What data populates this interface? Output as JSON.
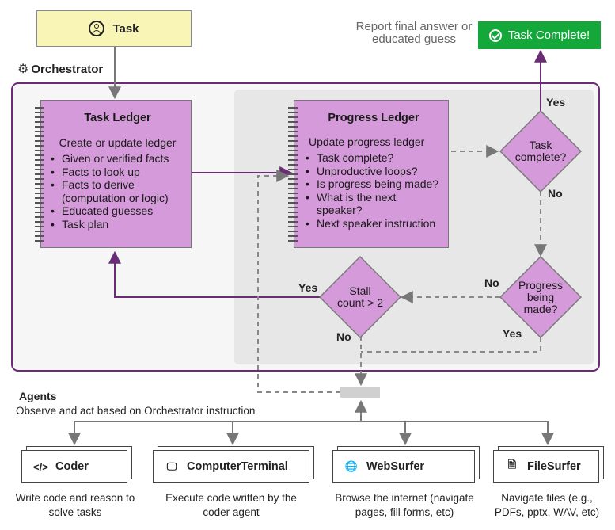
{
  "task": {
    "label": "Task",
    "icon": "user-circle-icon"
  },
  "orchestrator": {
    "label": "Orchestrator",
    "icon": "gear-icon"
  },
  "task_ledger": {
    "title": "Task Ledger",
    "subtitle": "Create or update ledger",
    "items": [
      "Given or verified facts",
      "Facts to look up",
      "Facts to derive (computation or logic)",
      "Educated guesses",
      "Task plan"
    ]
  },
  "progress_ledger": {
    "title": "Progress Ledger",
    "subtitle": "Update progress ledger",
    "items": [
      "Task complete?",
      "Unproductive loops?",
      "Is progress being made?",
      "What is the next speaker?",
      "Next speaker instruction"
    ]
  },
  "decisions": {
    "task_complete": "Task complete?",
    "progress": "Progress being made?",
    "stall": "Stall count > 2"
  },
  "edge_labels": {
    "complete_yes": "Yes",
    "complete_no": "No",
    "progress_no": "No",
    "progress_yes": "Yes",
    "stall_yes": "Yes",
    "stall_no": "No"
  },
  "report": "Report final answer or educated guess",
  "complete_button": {
    "label": "Task Complete!",
    "icon": "check-circle-icon",
    "color": "#14a83b"
  },
  "agents_section": {
    "title": "Agents",
    "description": "Observe and act based on Orchestrator instruction"
  },
  "agents": [
    {
      "name": "Coder",
      "icon": "</>",
      "description": "Write code and reason to solve tasks"
    },
    {
      "name": "ComputerTerminal",
      "icon": "🖵",
      "description": "Execute code written by the coder agent"
    },
    {
      "name": "WebSurfer",
      "icon": "🌐",
      "description": "Browse the internet (navigate pages, fill forms, etc)"
    },
    {
      "name": "FileSurfer",
      "icon": "🗎",
      "description": "Navigate files (e.g., PDFs, pptx, WAV, etc)"
    }
  ],
  "colors": {
    "accent": "#6a2c74",
    "ledger_fill": "#d59ad9",
    "task_fill": "#f8f5b6"
  }
}
